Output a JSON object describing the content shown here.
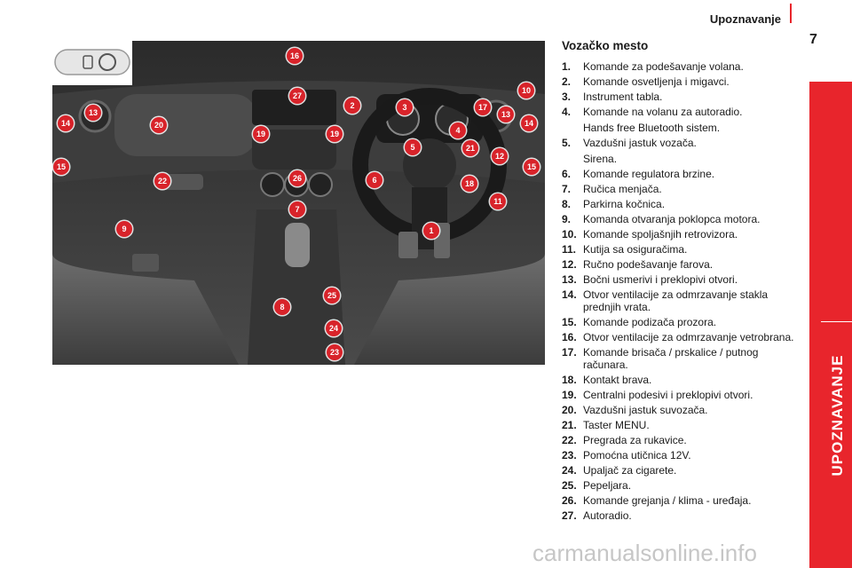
{
  "header": {
    "title": "Upoznavanje",
    "page_number": "7"
  },
  "side_tab": {
    "label": "UPOZNAVANJE"
  },
  "section": {
    "title": "Vozačko mesto",
    "items": [
      {
        "num": "1.",
        "text": "Komande za podešavanje volana."
      },
      {
        "num": "2.",
        "text": "Komande osvetljenja i migavci."
      },
      {
        "num": "3.",
        "text": "Instrument tabla."
      },
      {
        "num": "4.",
        "text": "Komande na volanu za autoradio.",
        "sub": "Hands free Bluetooth sistem."
      },
      {
        "num": "5.",
        "text": "Vazdušni jastuk vozača.",
        "sub": "Sirena."
      },
      {
        "num": "6.",
        "text": "Komande regulatora brzine."
      },
      {
        "num": "7.",
        "text": "Ručica menjača."
      },
      {
        "num": "8.",
        "text": "Parkirna kočnica."
      },
      {
        "num": "9.",
        "text": "Komanda otvaranja poklopca motora."
      },
      {
        "num": "10.",
        "text": "Komande spoljašnjih retrovizora."
      },
      {
        "num": "11.",
        "text": "Kutija sa osiguračima."
      },
      {
        "num": "12.",
        "text": "Ručno podešavanje farova."
      },
      {
        "num": "13.",
        "text": "Bočni usmerivi i preklopivi otvori."
      },
      {
        "num": "14.",
        "text": "Otvor ventilacije za odmrzavanje stakla prednjih vrata."
      },
      {
        "num": "15.",
        "text": "Komande podizača prozora."
      },
      {
        "num": "16.",
        "text": "Otvor ventilacije za odmrzavanje vetrobrana."
      },
      {
        "num": "17.",
        "text": "Komande brisača / prskalice / putnog računara."
      },
      {
        "num": "18.",
        "text": "Kontakt brava."
      },
      {
        "num": "19.",
        "text": "Centralni podesivi i preklopivi otvori."
      },
      {
        "num": "20.",
        "text": "Vazdušni jastuk suvozača."
      },
      {
        "num": "21.",
        "text": "Taster MENU."
      },
      {
        "num": "22.",
        "text": "Pregrada za rukavice."
      },
      {
        "num": "23.",
        "text": "Pomoćna utičnica 12V."
      },
      {
        "num": "24.",
        "text": "Upaljač za cigarete."
      },
      {
        "num": "25.",
        "text": "Pepeljara."
      },
      {
        "num": "26.",
        "text": "Komande grejanja / klima - uređaja."
      },
      {
        "num": "27.",
        "text": "Autoradio."
      }
    ]
  },
  "photo_markers": [
    "16",
    "27",
    "2",
    "3",
    "10",
    "17",
    "13",
    "14",
    "14",
    "13",
    "20",
    "19",
    "19",
    "4",
    "5",
    "21",
    "12",
    "15",
    "15",
    "22",
    "26",
    "6",
    "18",
    "11",
    "7",
    "9",
    "1",
    "25",
    "8",
    "24",
    "23"
  ],
  "watermark": "carmanualsonline.info",
  "colors": {
    "accent": "#e8252c",
    "marker": "#d8232a"
  }
}
